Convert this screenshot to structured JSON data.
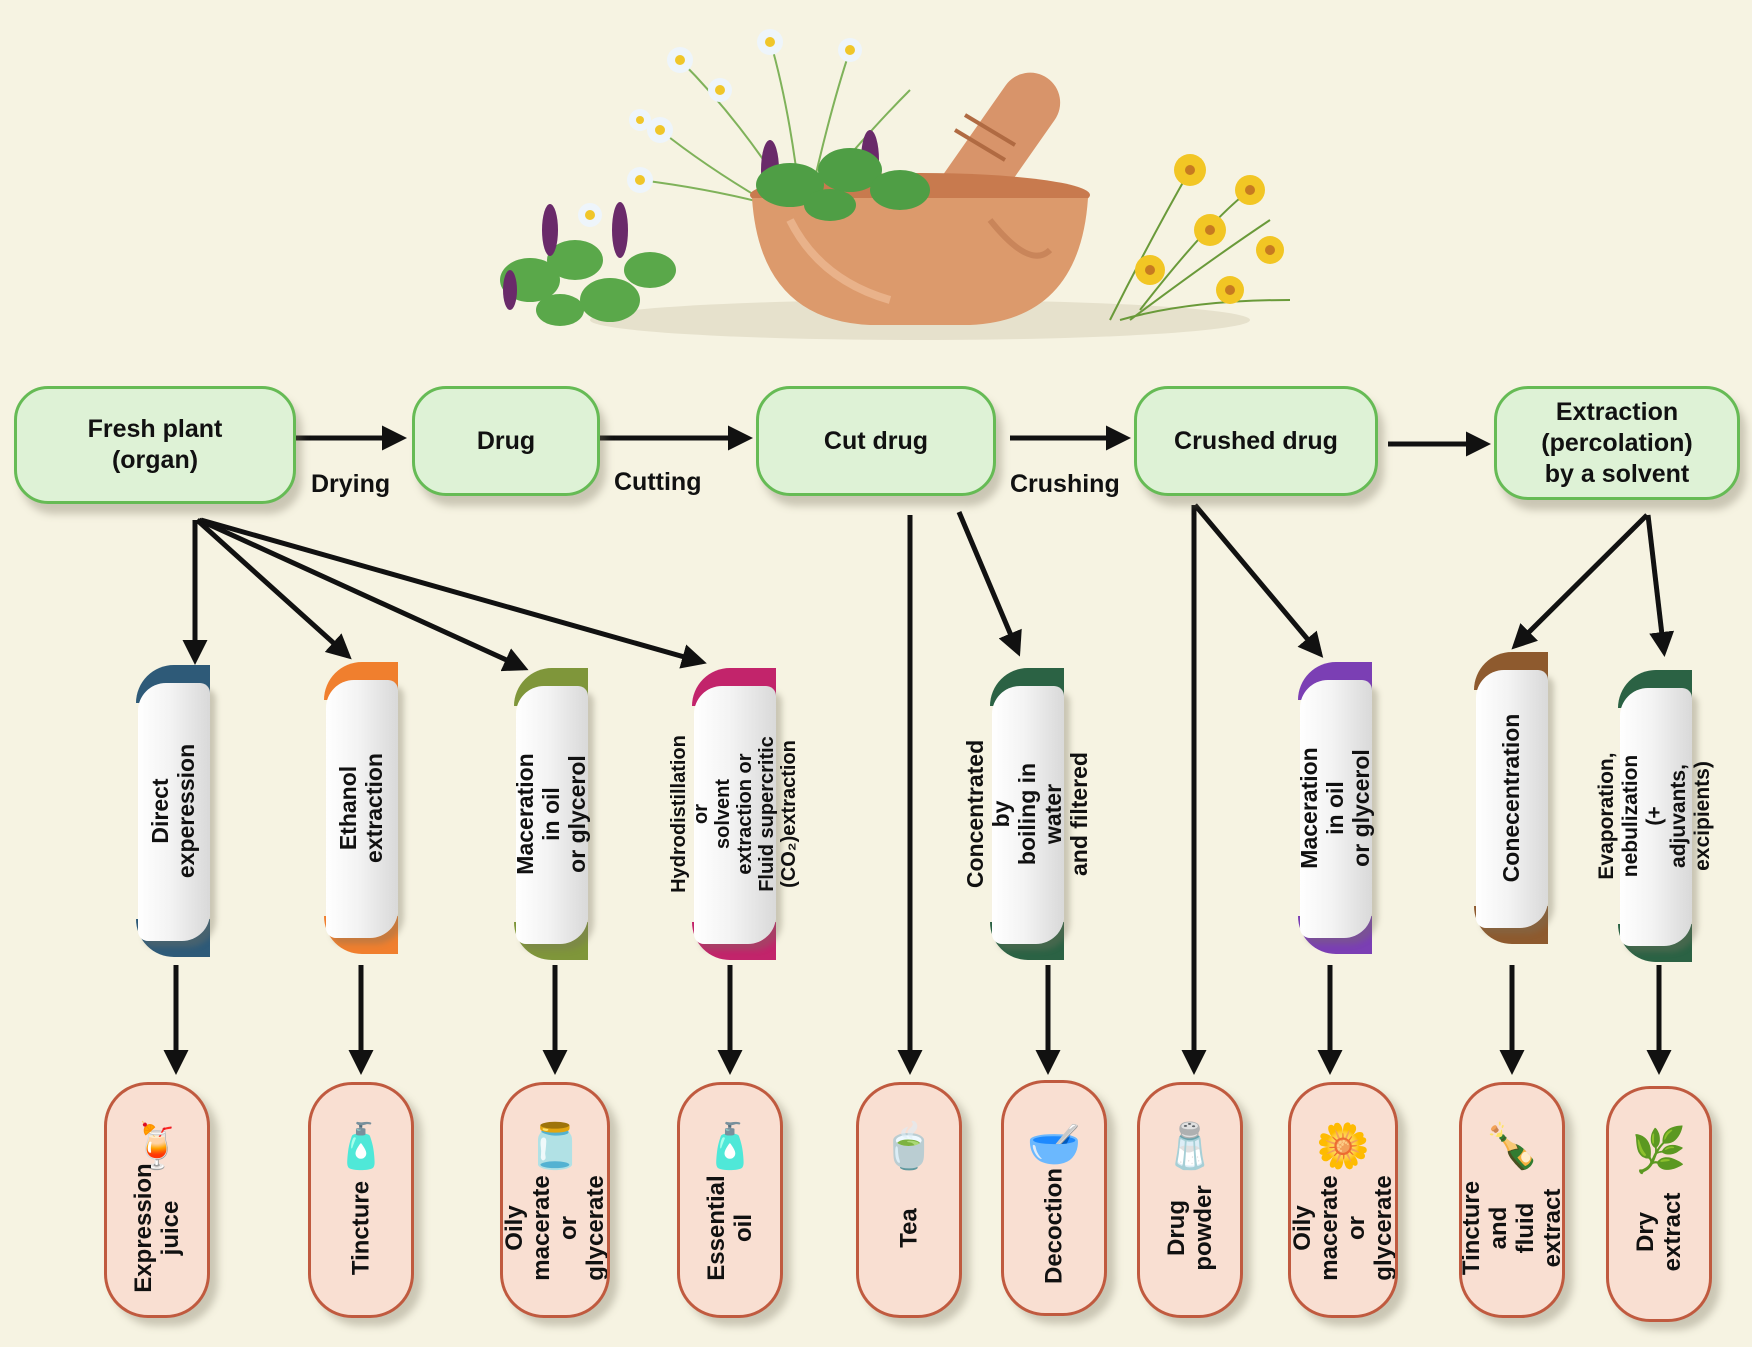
{
  "title": "Herbal preparation flow: from fresh plant to final products",
  "illustration": {
    "name": "mortar-and-pestle-with-herbs",
    "description": "Wooden mortar and pestle with chamomile, lavender-like purple flowers, green herb leaves and yellow St John's wort flowers"
  },
  "main_chain": {
    "nodes": [
      {
        "id": "fresh-plant",
        "label": "Fresh plant\n(organ)"
      },
      {
        "id": "drug",
        "label": "Drug"
      },
      {
        "id": "cut-drug",
        "label": "Cut drug"
      },
      {
        "id": "crushed-drug",
        "label": "Crushed drug"
      },
      {
        "id": "extraction",
        "label": "Extraction\n(percolation)\nby a solvent"
      }
    ],
    "steps": [
      "Drying",
      "Cutting",
      "Crushing"
    ]
  },
  "processes": [
    {
      "id": "direct-expression",
      "label": "Direct experession",
      "color": "#2e5a78",
      "from": "fresh-plant"
    },
    {
      "id": "ethanol-extraction",
      "label": "Ethanol extraction",
      "color": "#f07f2e",
      "from": "fresh-plant"
    },
    {
      "id": "maceration-fresh",
      "label": "Maceration in oil\nor glycerol",
      "color": "#7f963a",
      "from": "fresh-plant"
    },
    {
      "id": "hydrodistillation",
      "label": "Hydrodistillation or\nsolvent extraction or\nFluid supercritic\n(CO₂)extraction",
      "color": "#c2246b",
      "from": "fresh-plant"
    },
    {
      "id": "boiling",
      "label": "Concentrated by\nboiling in water\nand filtered",
      "color": "#2b6244",
      "from": "cut-drug"
    },
    {
      "id": "maceration-crushed",
      "label": "Maceration in oil\nor glycerol",
      "color": "#7b3fb4",
      "from": "crushed-drug"
    },
    {
      "id": "concentration",
      "label": "Conecentration",
      "color": "#8e5a2e",
      "from": "extraction"
    },
    {
      "id": "evaporation",
      "label": "Evaporation, nebulization\n(+ adjuvants, excipients)",
      "color": "#2b6244",
      "from": "extraction"
    }
  ],
  "products": [
    {
      "id": "expression-juice",
      "label": "Expression\njuice",
      "icon": "juice-glass-icon",
      "glyph": "🍹"
    },
    {
      "id": "tincture",
      "label": "Tincture",
      "icon": "dropper-bottle-icon",
      "glyph": "🧴"
    },
    {
      "id": "oily-macerate-1",
      "label": "Oily macerate\nor glycerate",
      "icon": "oil-bottle-icon",
      "glyph": "🫙"
    },
    {
      "id": "essential-oil",
      "label": "Essential oil",
      "icon": "essential-oil-bottle-icon",
      "glyph": "🧴"
    },
    {
      "id": "tea",
      "label": "Tea",
      "icon": "tea-cup-icon",
      "glyph": "🍵"
    },
    {
      "id": "decoction",
      "label": "Decoction",
      "icon": "decoction-bowl-icon",
      "glyph": "🥣"
    },
    {
      "id": "drug-powder",
      "label": "Drug powder",
      "icon": "powder-jar-icon",
      "glyph": "🧂"
    },
    {
      "id": "oily-macerate-2",
      "label": "Oily macerate or\nglycerate",
      "icon": "oil-flowers-icon",
      "glyph": "🌼"
    },
    {
      "id": "tincture-fluid",
      "label": "Tincture and\nfluid extract",
      "icon": "dark-bottle-icon",
      "glyph": "🍾"
    },
    {
      "id": "dry-extract",
      "label": "Dry extract",
      "icon": "green-powder-icon",
      "glyph": "🌿"
    }
  ],
  "colors": {
    "background": "#f6f3e2",
    "node_fill": "#def2d6",
    "node_border": "#66bb55",
    "product_fill": "#f9dfd2",
    "product_border": "#c05a3f",
    "arrow": "#111111"
  }
}
